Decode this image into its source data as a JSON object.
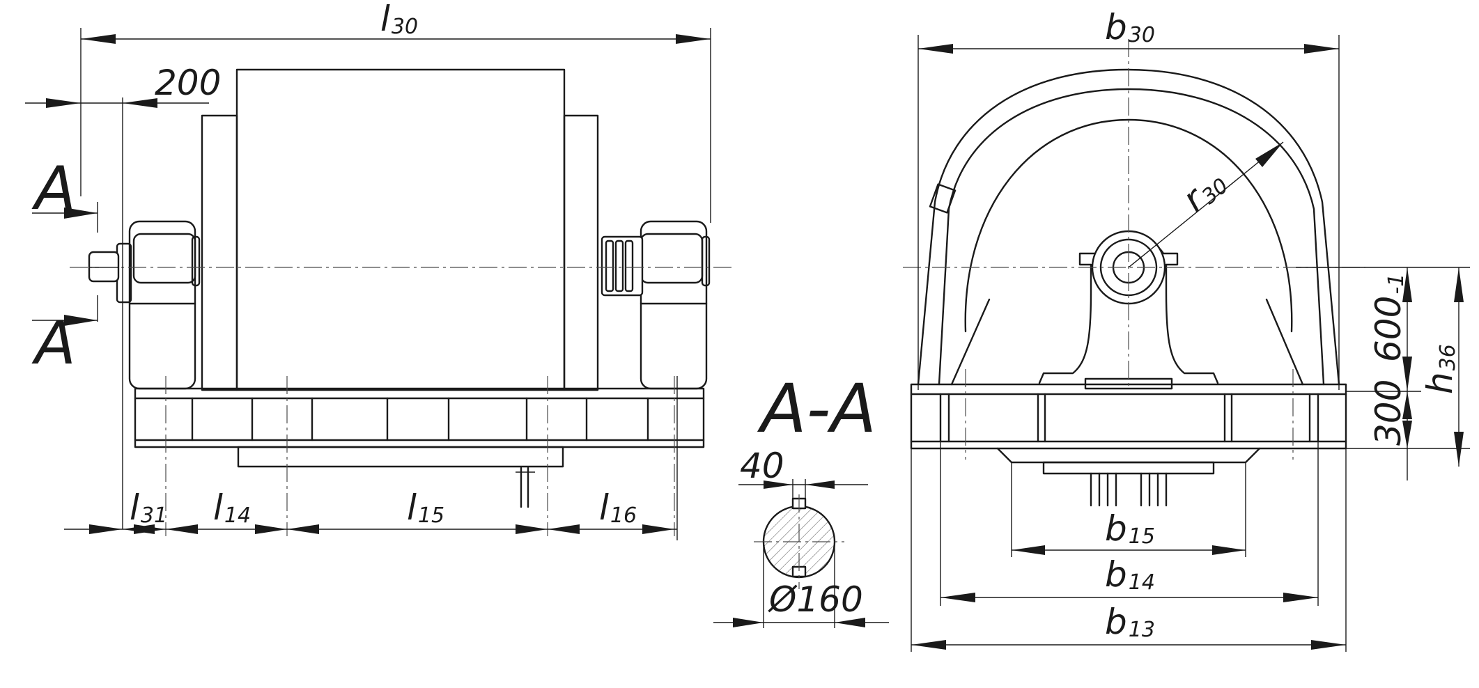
{
  "drawing": {
    "side_view": {
      "l30": {
        "main": "l",
        "sub": "30"
      },
      "d200": "200",
      "cut_top": "A",
      "cut_bottom": "A",
      "l31": {
        "main": "l",
        "sub": "31"
      },
      "l14": {
        "main": "l",
        "sub": "14"
      },
      "l15": {
        "main": "l",
        "sub": "15"
      },
      "l16": {
        "main": "l",
        "sub": "16"
      }
    },
    "section": {
      "title": "A-A",
      "key_width": "40",
      "diameter": "Ø160"
    },
    "front_view": {
      "b30": {
        "main": "b",
        "sub": "30"
      },
      "r30": {
        "main": "r",
        "sub": "30"
      },
      "h600": {
        "main": "600",
        "sub": "-1"
      },
      "h36": {
        "main": "h",
        "sub": "36"
      },
      "h300": "300",
      "b15": {
        "main": "b",
        "sub": "15"
      },
      "b14": {
        "main": "b",
        "sub": "14"
      },
      "b13": {
        "main": "b",
        "sub": "13"
      }
    }
  }
}
